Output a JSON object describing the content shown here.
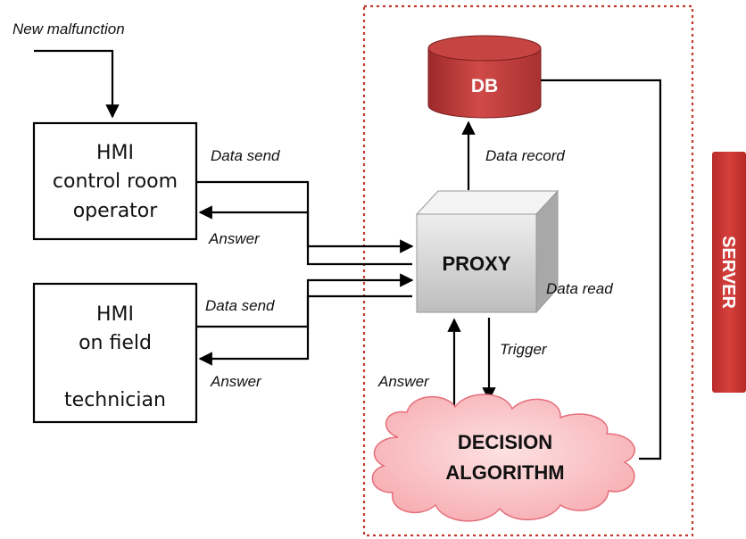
{
  "inputs": {
    "new_malfunction": "New malfunction"
  },
  "hmi_control": {
    "line1": "HMI",
    "line2": "control room",
    "line3": "operator"
  },
  "hmi_field": {
    "line1": "HMI",
    "line2": "on field",
    "line3": "technician"
  },
  "labels": {
    "data_send_1": "Data send",
    "answer_1": "Answer",
    "data_send_2": "Data send",
    "answer_2": "Answer",
    "data_record": "Data record",
    "data_read": "Data read",
    "trigger": "Trigger",
    "answer_3": "Answer"
  },
  "proxy": {
    "label": "PROXY"
  },
  "db": {
    "label": "DB"
  },
  "decision": {
    "line1": "DECISION",
    "line2": "ALGORITHM"
  },
  "server": {
    "label": "SERVER"
  },
  "colors": {
    "server_boundary": "#c0392b",
    "db_fill": "#c0393b",
    "cloud_fill": "#f9b9bd",
    "server_tab": "#c8322f"
  }
}
